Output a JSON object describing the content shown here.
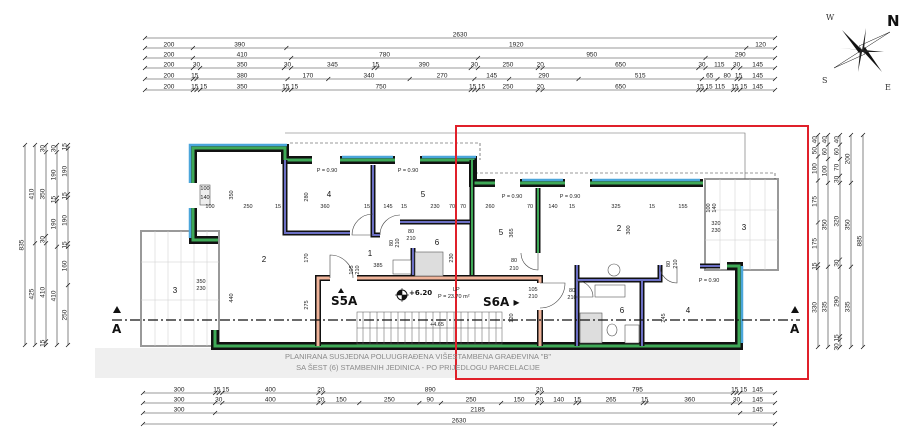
{
  "compass": {
    "n": "N",
    "w": "W",
    "s": "S",
    "e": "E"
  },
  "section_marker": {
    "left": "A",
    "right": "A"
  },
  "top_dimensions": [
    [
      "2630"
    ],
    [
      "200",
      "390",
      "1920",
      "120"
    ],
    [
      "200",
      "410",
      "780",
      "950",
      "290"
    ],
    [
      "200",
      "30",
      "350",
      "30",
      "345",
      "15",
      "390",
      "30",
      "250",
      "20",
      "650",
      "30",
      "115",
      "30",
      "145"
    ],
    [
      "200",
      "15",
      "380",
      "170",
      "340",
      "270",
      "145",
      "290",
      "515",
      "65",
      "80",
      "15",
      "145"
    ],
    [
      "200",
      "15",
      "15",
      "350",
      "15",
      "15",
      "750",
      "15",
      "15",
      "250",
      "20",
      "650",
      "15",
      "15",
      "115",
      "15",
      "15",
      "145"
    ]
  ],
  "bottom_dimensions": [
    [
      "300",
      "15",
      "15",
      "400",
      "20",
      "890",
      "20",
      "795",
      "15",
      "15",
      "145"
    ],
    [
      "300",
      "30",
      "400",
      "20",
      "150",
      "250",
      "90",
      "250",
      "150",
      "20",
      "140",
      "15",
      "265",
      "15",
      "360",
      "30",
      "145"
    ],
    [
      "300",
      "2185",
      "145"
    ],
    [
      "2630"
    ]
  ],
  "left_dimensions": [
    [
      "835"
    ],
    [
      "410",
      "425"
    ],
    [
      "30",
      "350",
      "30",
      "410",
      "15"
    ],
    [
      "30",
      "190",
      "15",
      "190",
      "410"
    ],
    [
      "15",
      "190",
      "15",
      "190",
      "15",
      "160",
      "250"
    ]
  ],
  "right_dimensions": [
    [
      "40",
      "50",
      "100",
      "175",
      "175",
      "15",
      "330"
    ],
    [
      "40",
      "60",
      "100",
      "350",
      "335"
    ],
    [
      "40",
      "60",
      "70",
      "30",
      "320",
      "30",
      "290",
      "15",
      "30"
    ],
    [
      "200",
      "350",
      "335"
    ],
    [
      "885"
    ]
  ],
  "rooms": [
    "1",
    "2",
    "3",
    "4",
    "5",
    "6",
    "5",
    "2",
    "3",
    "6",
    "4"
  ],
  "window_labels": [
    "P = 0.90",
    "P = 0.90",
    "P = 0.90",
    "P = 0.90",
    "P = 0.90"
  ],
  "openings": [
    "100",
    "140",
    "350",
    "230",
    "80",
    "210",
    "80",
    "210",
    "105",
    "210",
    "80",
    "210",
    "105",
    "210",
    "80",
    "210",
    "320",
    "230",
    "100",
    "140",
    "80",
    "210"
  ],
  "interior_dims": [
    "100",
    "250",
    "15",
    "360",
    "15",
    "145",
    "15",
    "230",
    "70",
    "70",
    "260",
    "70",
    "140",
    "15",
    "325",
    "15",
    "155",
    "385",
    "350",
    "440",
    "280",
    "170",
    "275",
    "365",
    "300",
    "245",
    "120",
    "230"
  ],
  "stair": {
    "elevation": "+6.20",
    "entrance_left": "S5A",
    "entrance_right": "S6A ▸",
    "landing": "LP",
    "landing_area": "P = 23.70 m²",
    "lower_elevation": "+4.65"
  },
  "watermark": {
    "line1": "PLANIRANA SUSJEDNA POLUUGRAĐENA VIŠESTAMBENA GRAĐEVINA \"B\"",
    "line2": "SA ŠEST (6) STAMBENIH JEDINICA - PO PRIJEDLOGU PARCELACIJE"
  },
  "colors": {
    "highlight": "#e0202a",
    "insulation_blue": "#4ba6db",
    "insulation_green": "#3fa957",
    "partition": "#6b6fc4",
    "stair_wall": "#f0b49a"
  }
}
